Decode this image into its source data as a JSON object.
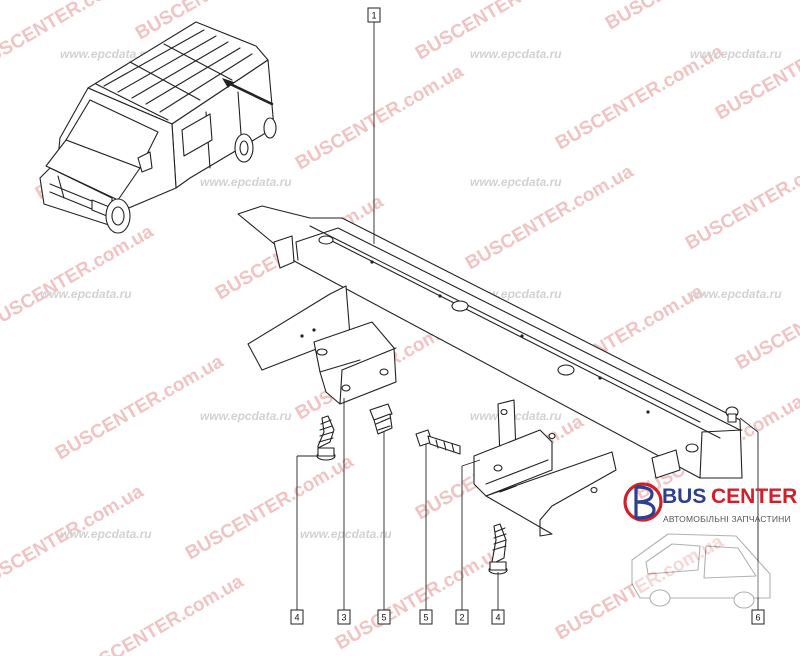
{
  "watermarks": {
    "brand": "BUSCENTER.com.ua",
    "site": "www.epcdata.ru"
  },
  "logo": {
    "brand_left": "BUS",
    "brand_right": "CENTER",
    "subtitle": "АВТОМОБІЛЬНІ ЗАПЧАСТИНИ"
  },
  "callouts": [
    {
      "id": "callout-1",
      "label": "1"
    },
    {
      "id": "callout-4-left",
      "label": "4"
    },
    {
      "id": "callout-3",
      "label": "3"
    },
    {
      "id": "callout-5-left",
      "label": "5"
    },
    {
      "id": "callout-5-right",
      "label": "5"
    },
    {
      "id": "callout-2",
      "label": "2"
    },
    {
      "id": "callout-4-right",
      "label": "4"
    },
    {
      "id": "callout-6",
      "label": "6"
    }
  ],
  "colors": {
    "line": "#222222",
    "watermark_red": "#f1c4c4",
    "watermark_gray": "#d2d2d2",
    "logo_blue": "#2e3f8f",
    "logo_red": "#d0202a"
  }
}
